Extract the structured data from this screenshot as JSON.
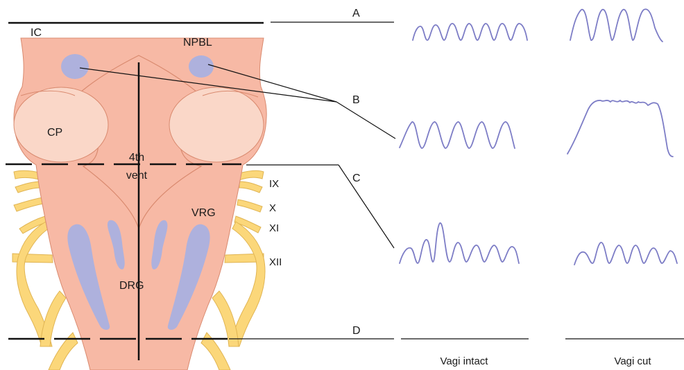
{
  "labels": {
    "ic": "IC",
    "npbl": "NPBL",
    "cp": "CP",
    "fourth_vent_1": "4th",
    "fourth_vent_2": "vent",
    "vrg": "VRG",
    "drg": "DRG",
    "nerve_ix": "IX",
    "nerve_x": "X",
    "nerve_xi": "XI",
    "nerve_xii": "XII"
  },
  "sections": {
    "a": "A",
    "b": "B",
    "c": "C",
    "d": "D"
  },
  "columns": {
    "intact": "Vagi intact",
    "cut": "Vagi cut"
  },
  "colors": {
    "brainstem": "#f7b9a5",
    "brainstem_outline": "#d98a6f",
    "cerebellar_peduncle": "#fad7c8",
    "nuclei": "#aeb1dd",
    "nerves": "#fbd77a",
    "nerve_outline": "#e0b452",
    "trace": "#7d7dc6",
    "lines": "#111111"
  }
}
